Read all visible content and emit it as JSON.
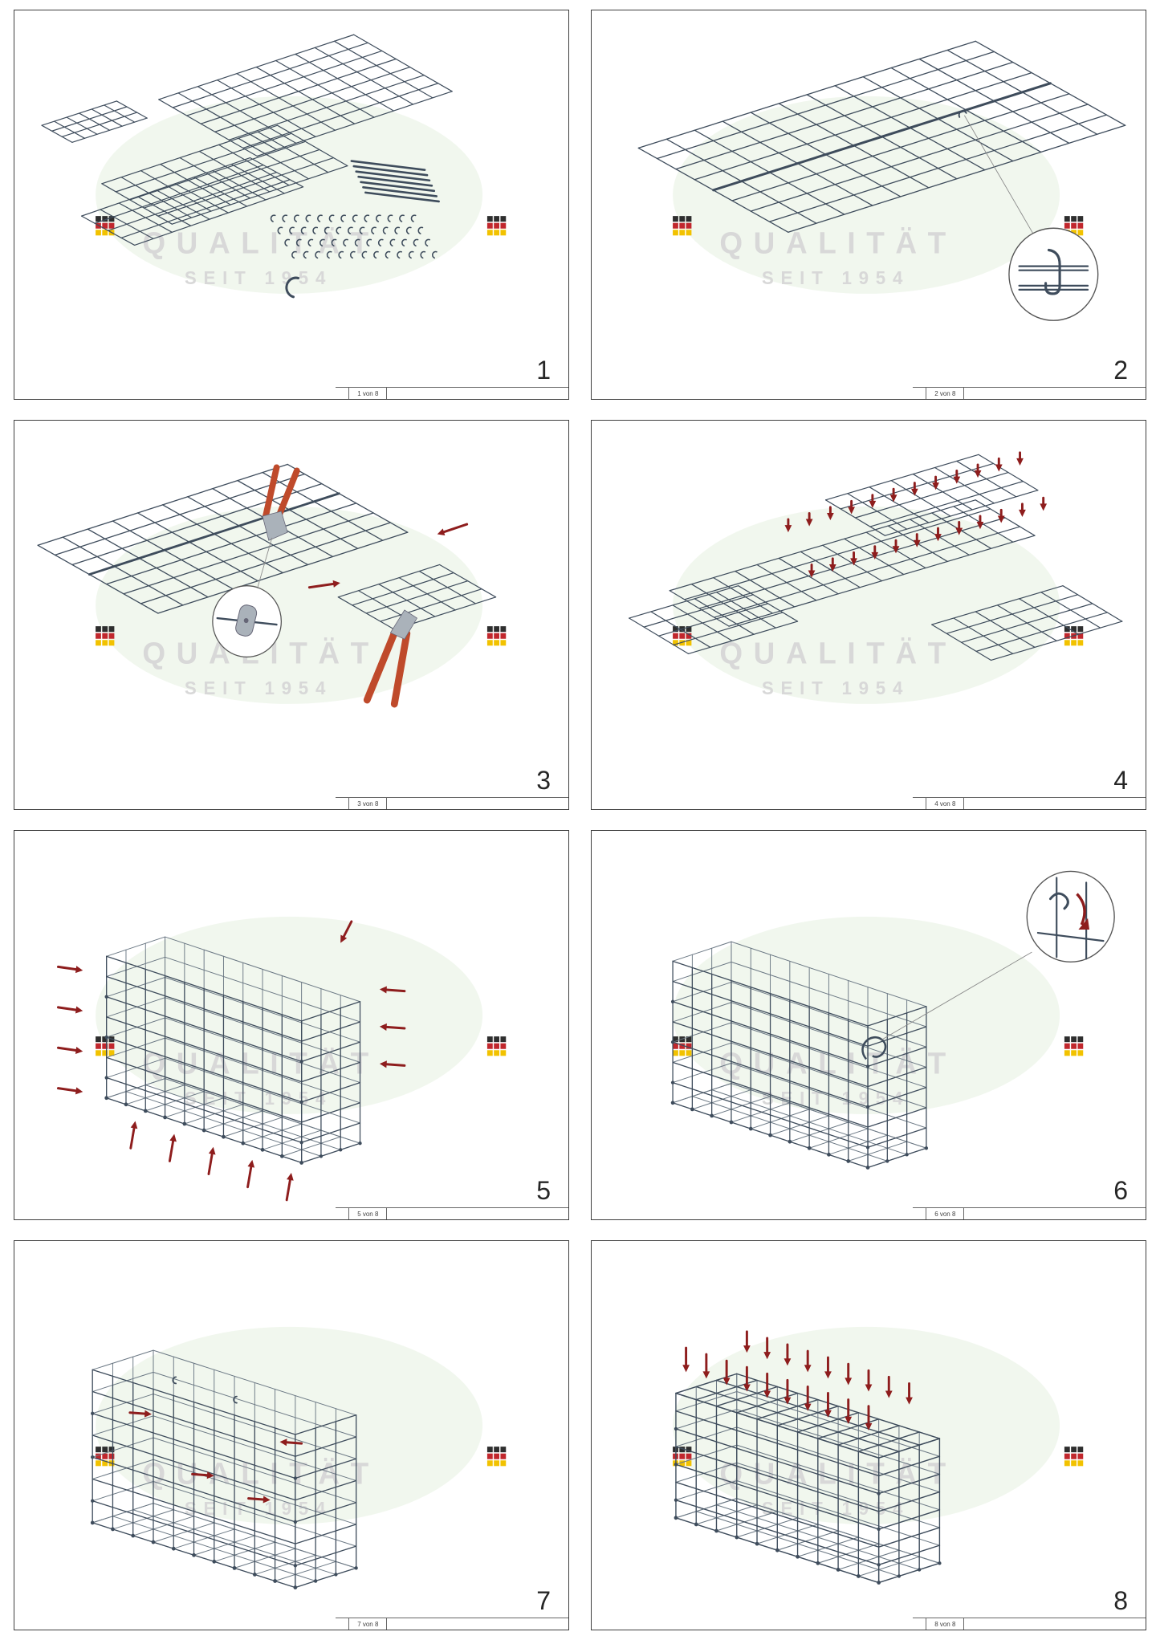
{
  "document": {
    "type": "gabion-assembly-instructions",
    "steps_total": 8
  },
  "watermark": {
    "title": "QUALITÄT",
    "subtitle": "SEIT 1954"
  },
  "colors": {
    "mesh": "#3e4c5c",
    "mesh_soft": "#6b7884",
    "arrow_red": "#8e1d1d",
    "tool_handle": "#bf4a2b",
    "tool_metal": "#aab2ba",
    "watermark_green": "#e9f2e5",
    "watermark_text": "#d8d8d8",
    "flag_black": "#2e2e2e",
    "flag_red": "#c1272d",
    "flag_yellow": "#f2c200",
    "panel_border": "#3e3e3e",
    "number_color": "#262626"
  },
  "panels": [
    {
      "number": "1",
      "sheet_label": "1 von 8",
      "scene": "kit-contents"
    },
    {
      "number": "2",
      "sheet_label": "2 von 8",
      "scene": "mesh-joined-flat"
    },
    {
      "number": "3",
      "sheet_label": "3 von 8",
      "scene": "crimp-and-cut"
    },
    {
      "number": "4",
      "sheet_label": "4 von 8",
      "scene": "fold-lines-marked"
    },
    {
      "number": "5",
      "sheet_label": "5 von 8",
      "scene": "basket-folded-up"
    },
    {
      "number": "6",
      "sheet_label": "6 von 8",
      "scene": "c-clip-closeup"
    },
    {
      "number": "7",
      "sheet_label": "7 von 8",
      "scene": "internal-clips"
    },
    {
      "number": "8",
      "sheet_label": "8 von 8",
      "scene": "lid-closed-arrows"
    }
  ]
}
